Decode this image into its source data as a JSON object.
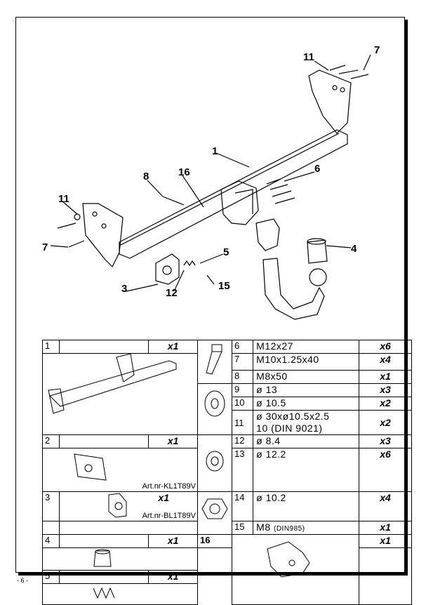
{
  "page": {
    "footer": "- 6 -"
  },
  "callouts": [
    "11",
    "7",
    "1",
    "16",
    "8",
    "6",
    "11",
    "7",
    "5",
    "4",
    "3",
    "12",
    "15"
  ],
  "left_parts": [
    {
      "num": "1",
      "qty": "x1"
    },
    {
      "num": "2",
      "qty": "x1",
      "art": "Art.nr-KL1T89V"
    },
    {
      "num": "3",
      "qty": "x1",
      "art": "Art.nr-BL1T89V"
    },
    {
      "num": "4",
      "qty": "x1"
    },
    {
      "num": "5",
      "qty": "x1"
    }
  ],
  "right_parts": [
    {
      "num": "6",
      "spec": "M12x27",
      "qty": "x6"
    },
    {
      "num": "7",
      "spec": "M10x1.25x40",
      "qty": "x4"
    },
    {
      "num": "8",
      "spec": "M8x50",
      "qty": "x1"
    },
    {
      "num": "9",
      "spec": "ø 13",
      "qty": "x3"
    },
    {
      "num": "10",
      "spec": "ø 10.5",
      "qty": "x2"
    },
    {
      "num": "11",
      "spec": "ø 30xø10.5x2.5",
      "spec2": "10  (DIN 9021)",
      "qty": "x2"
    },
    {
      "num": "12",
      "spec": "ø 8.4",
      "qty": "x3"
    },
    {
      "num": "13",
      "spec": "ø 12.2",
      "qty": "x6"
    },
    {
      "num": "14",
      "spec": "ø 10.2",
      "qty": "x4"
    },
    {
      "num": "15",
      "spec": "M8",
      "spec_small": "(DIN985)",
      "qty": "x1"
    },
    {
      "num": "16",
      "qty": "x1"
    }
  ]
}
